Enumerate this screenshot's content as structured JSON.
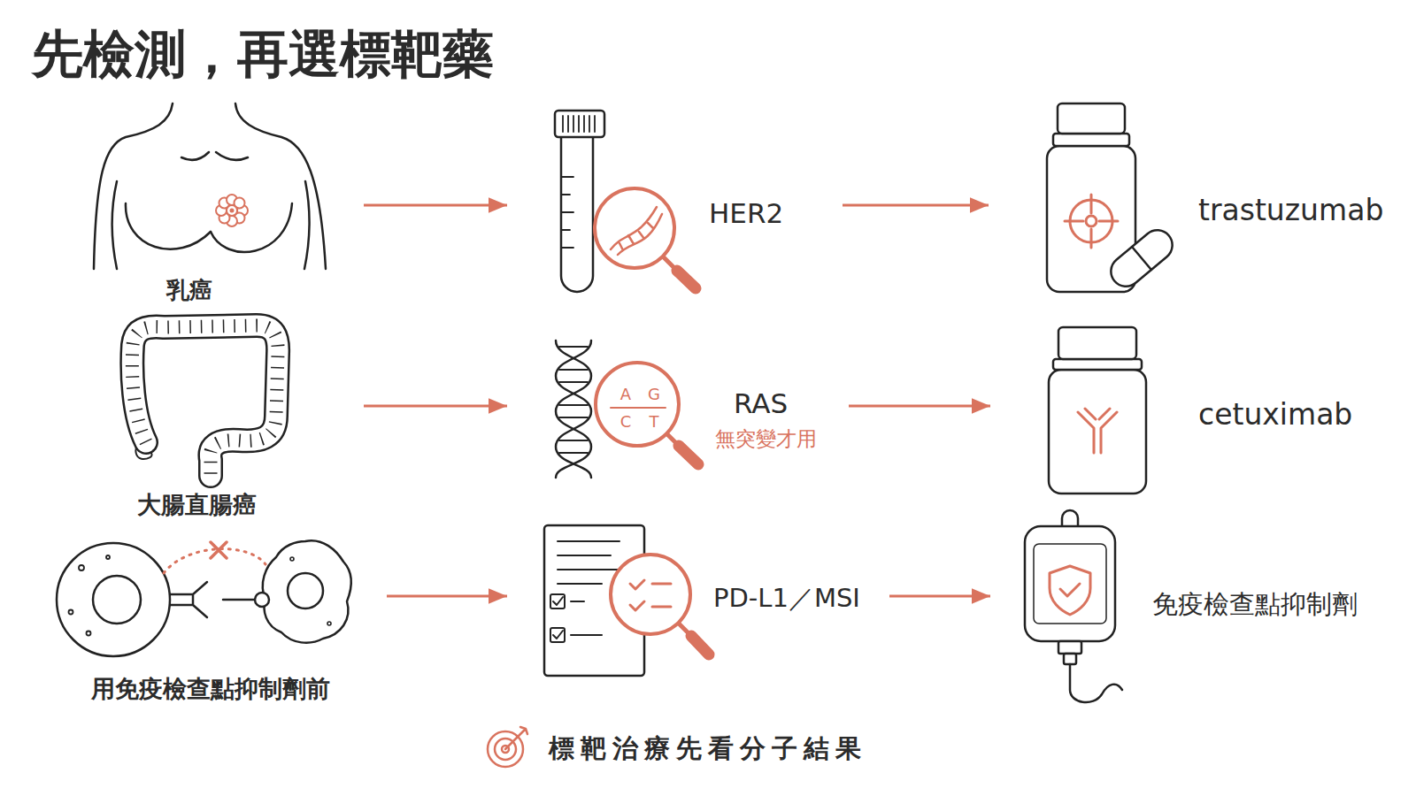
{
  "diagram": {
    "title": "先檢測，再選標靶藥",
    "caption": "標靶治療先看分子結果",
    "nodes": [
      {
        "text": [
          "乳癌"
        ]
      },
      {
        "text": [
          "HER2"
        ]
      },
      {
        "text": [
          "trastuzumab"
        ]
      },
      {
        "text": [
          "大腸直腸癌"
        ]
      },
      {
        "text": [
          "RAS",
          "無突變才用"
        ]
      },
      {
        "text": [
          "cetuximab"
        ]
      },
      {
        "text": [
          "用免疫檢查點抑制劑前"
        ]
      },
      {
        "text": [
          "PD-L1／MSI"
        ]
      },
      {
        "text": [
          "免疫檢查點抑制劑"
        ]
      }
    ],
    "edges": [
      {
        "from": 0,
        "to": 1,
        "arrow": "to"
      },
      {
        "from": 1,
        "to": 2,
        "arrow": "to"
      },
      {
        "from": 3,
        "to": 4,
        "arrow": "to"
      },
      {
        "from": 4,
        "to": 5,
        "arrow": "to"
      },
      {
        "from": 6,
        "to": 7,
        "arrow": "to"
      },
      {
        "from": 7,
        "to": 8,
        "arrow": "to"
      }
    ],
    "labels": [
      "A",
      "G",
      "C",
      "T"
    ]
  }
}
